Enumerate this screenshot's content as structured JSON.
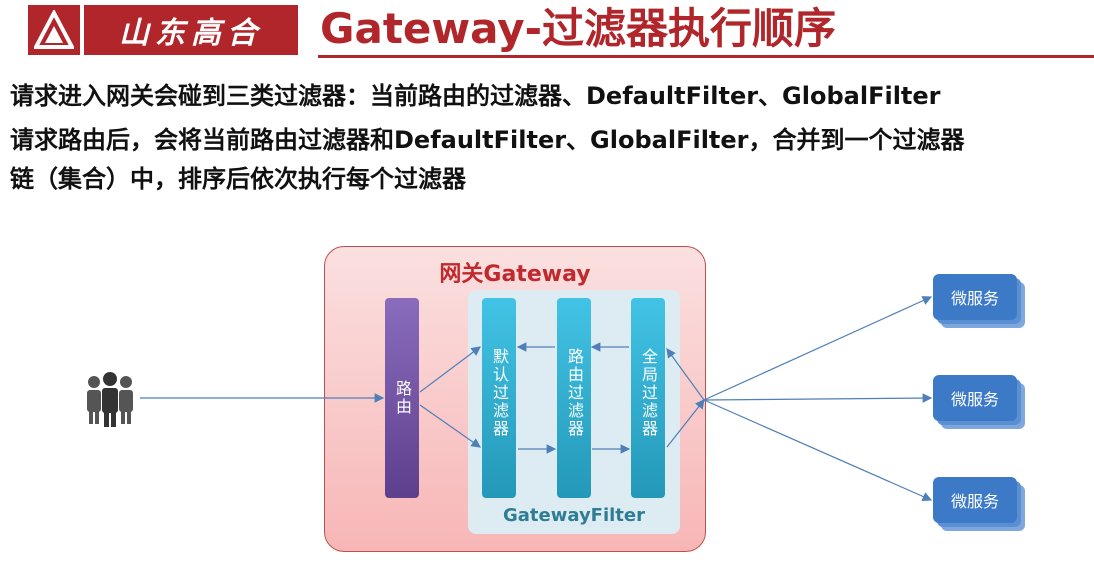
{
  "header": {
    "logo_text": "山东高合",
    "title": "Gateway-过滤器执行顺序"
  },
  "body": {
    "line1": "请求进入网关会碰到三类过滤器：当前路由的过滤器、DefaultFilter、GlobalFilter",
    "line2": "请求路由后，会将当前路由过滤器和DefaultFilter、GlobalFilter，合并到一个过滤器",
    "line3": "链（集合）中，排序后依次执行每个过滤器"
  },
  "diagram": {
    "gateway_label": "网关Gateway",
    "route_label": "路由",
    "default_filter_label": "默认过滤器",
    "route_filter_label": "路由过滤器",
    "global_filter_label": "全局过滤器",
    "gateway_filter_label": "GatewayFilter",
    "services": [
      "微服务",
      "微服务",
      "微服务"
    ],
    "client_icon": "users-group-icon"
  }
}
